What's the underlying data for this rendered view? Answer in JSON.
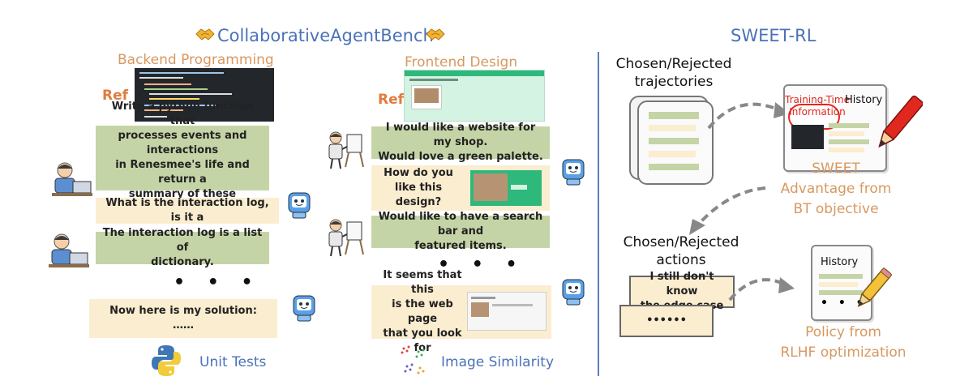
{
  "left_title": "CollaborativeAgentBench",
  "right_title": "SWEET-RL",
  "backend": {
    "heading": "Backend Programming",
    "ref": "Ref",
    "msg1": "Write a python function that\nprocesses events and interactions\nin Renesmee's life and return a\nsummary of these interactions.",
    "msg2": "What is the interaction log, is it a",
    "msg3": "The interaction log is a list of\ndictionary.",
    "dots": "• • •",
    "msg4": "Now here is my solution:\n……",
    "eval": "Unit Tests"
  },
  "frontend": {
    "heading": "Frontend Design",
    "ref": "Ref",
    "msg1": "I would like a website for my shop.\nWould love a green palette.",
    "msg2": "How do you\nlike this design?",
    "msg3": "Would like to have a search bar and\nfeatured items.",
    "dots": "• • •",
    "msg4": "It seems that this\nis the web page\nthat you look for",
    "eval": "Image Similarity"
  },
  "sweet": {
    "traj_label": "Chosen/Rejected\ntrajectories",
    "training_time": "Training-Time\nInformation",
    "history": "History",
    "advantage": "SWEET\nAdvantage from\nBT objective",
    "actions_label": "Chosen/Rejected\nactions",
    "action1": "I still don't know\nthe edge case",
    "action2": "••••••",
    "history2": "History",
    "policy": "Policy from\nRLHF optimization",
    "scroll_dots": "• • •"
  },
  "colors": {
    "blue_title": "#4a72b8",
    "orange": "#d89860",
    "green_bubble": "#c5d4a6",
    "cream_bubble": "#fbedcf",
    "red": "#e0281e"
  }
}
